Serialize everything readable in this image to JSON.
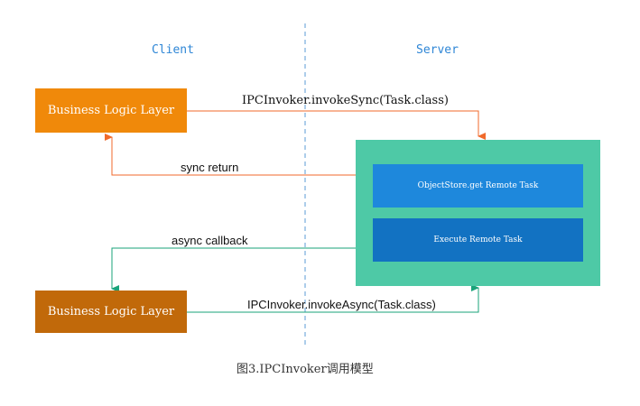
{
  "lanes": {
    "client": "Client",
    "server": "Server"
  },
  "client_boxes": {
    "top": "Business Logic Layer",
    "bottom": "Business Logic Layer"
  },
  "server": {
    "steps": [
      "ObjectStore.get Remote Task",
      "Execute Remote Task"
    ]
  },
  "edges": {
    "invoke_sync": "IPCInvoker.invokeSync(Task.class)",
    "sync_return": "sync return",
    "async_callback": "async callback",
    "invoke_async": "IPCInvoker.invokeAsync(Task.class)"
  },
  "caption": "图3.IPCInvoker调用模型",
  "colors": {
    "lane_title": "#2e86d6",
    "lane_divider": "#5b9bd5",
    "bll_top": "#f0890a",
    "bll_bottom": "#c1690a",
    "server_container": "#4ec9a6",
    "server_step_1": "#1e88dc",
    "server_step_2": "#1272c2",
    "sync_arrows": "#f06a2b",
    "async_arrows": "#1aa37a"
  }
}
